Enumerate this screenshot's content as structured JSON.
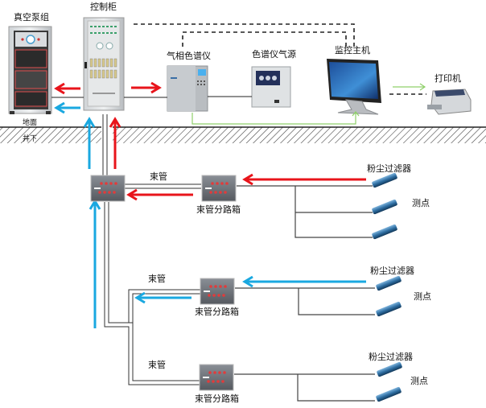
{
  "title": "束管监测系统示意图",
  "colors": {
    "supply_arrow": "#e8141b",
    "return_arrow": "#1aa8e0",
    "signal_line": "#8fd06a",
    "tube_line": "#333333",
    "ground_hatch": "#333333"
  },
  "surface": {
    "vacuum_pump": {
      "label": "真空泵组"
    },
    "control_cabinet": {
      "label": "控制柜"
    },
    "gas_chromatograph": {
      "label": "气相色谱仪"
    },
    "gas_source": {
      "label": "色谱仪气源"
    },
    "monitor_host": {
      "label": "监控主机"
    },
    "printer": {
      "label": "打印机"
    }
  },
  "ground": {
    "above_label": "地面",
    "below_label": "井下"
  },
  "underground": {
    "trunk_label": "束管",
    "branches": [
      {
        "tube_label": "束管",
        "box_label": "束管分路箱",
        "filter_label": "粉尘过滤器",
        "point_label": "测点",
        "filters": 3,
        "flow": "supply"
      },
      {
        "tube_label": "束管",
        "box_label": "束管分路箱",
        "filter_label": "粉尘过滤器",
        "point_label": "测点",
        "filters": 2,
        "flow": "return"
      },
      {
        "tube_label": "束管",
        "box_label": "束管分路箱",
        "filter_label": "粉尘过滤器",
        "point_label": "测点",
        "filters": 2,
        "flow": "none"
      }
    ]
  }
}
